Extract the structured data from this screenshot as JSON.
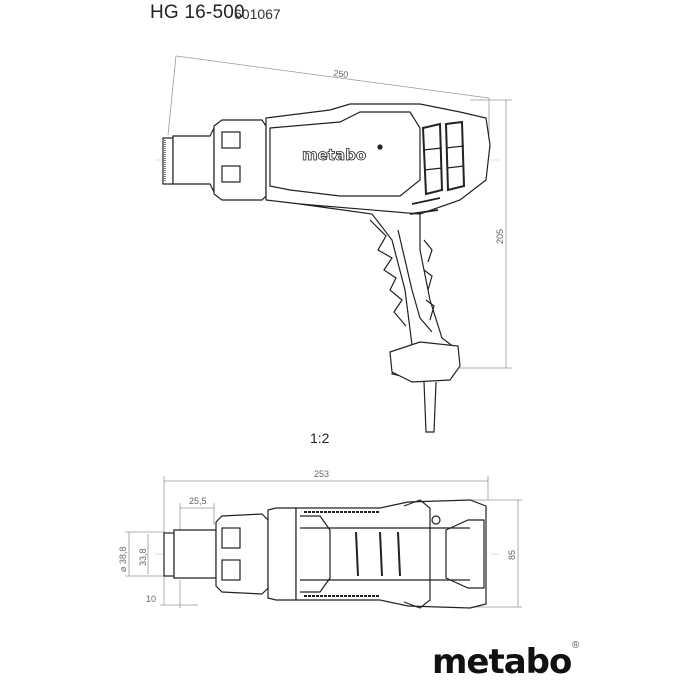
{
  "header": {
    "model": "HG 16-500",
    "article_number": "601067"
  },
  "side_view": {
    "scale_label": "1:2",
    "dimensions": {
      "length": "250",
      "height": "205"
    },
    "body_logo": "metabo"
  },
  "top_view": {
    "dimensions": {
      "overall_length": "253",
      "nozzle_length": "25,5",
      "nozzle_diameter": "⌀ 38,8",
      "nozzle_inner": "33,8",
      "tip_offset": "10",
      "width": "85"
    }
  },
  "footer": {
    "brand": "metabo",
    "registered_mark": "®"
  },
  "colors": {
    "line": "#222222",
    "dimension_line": "#999999",
    "background": "#ffffff"
  }
}
